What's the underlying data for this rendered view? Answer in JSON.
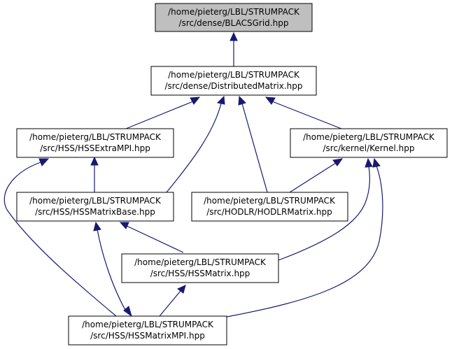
{
  "nodes": [
    {
      "id": "blacsgrid",
      "line1": "/home/pieterg/LBL/STRUMPACK",
      "line2": "/src/dense/BLACSGrid.hpp",
      "current": true
    },
    {
      "id": "distributedmatrix",
      "line1": "/home/pieterg/LBL/STRUMPACK",
      "line2": "/src/dense/DistributedMatrix.hpp"
    },
    {
      "id": "hssextrampi",
      "line1": "/home/pieterg/LBL/STRUMPACK",
      "line2": "/src/HSS/HSSExtraMPI.hpp"
    },
    {
      "id": "kernel",
      "line1": "/home/pieterg/LBL/STRUMPACK",
      "line2": "/src/kernel/Kernel.hpp"
    },
    {
      "id": "hssmatrixbase",
      "line1": "/home/pieterg/LBL/STRUMPACK",
      "line2": "/src/HSS/HSSMatrixBase.hpp"
    },
    {
      "id": "hodlrmatrix",
      "line1": "/home/pieterg/LBL/STRUMPACK",
      "line2": "/src/HODLR/HODLRMatrix.hpp"
    },
    {
      "id": "hssmatrix",
      "line1": "/home/pieterg/LBL/STRUMPACK",
      "line2": "/src/HSS/HSSMatrix.hpp"
    },
    {
      "id": "hssmatrixmpi",
      "line1": "/home/pieterg/LBL/STRUMPACK",
      "line2": "/src/HSS/HSSMatrixMPI.hpp"
    }
  ],
  "edges": [
    {
      "from": "distributedmatrix",
      "to": "blacsgrid"
    },
    {
      "from": "hssextrampi",
      "to": "distributedmatrix"
    },
    {
      "from": "hssmatrixbase",
      "to": "distributedmatrix"
    },
    {
      "from": "hodlrmatrix",
      "to": "distributedmatrix"
    },
    {
      "from": "kernel",
      "to": "distributedmatrix"
    },
    {
      "from": "hssmatrixbase",
      "to": "hssextrampi"
    },
    {
      "from": "hssmatrixmpi",
      "to": "hssextrampi"
    },
    {
      "from": "hodlrmatrix",
      "to": "kernel"
    },
    {
      "from": "hssmatrix",
      "to": "kernel"
    },
    {
      "from": "hssmatrixmpi",
      "to": "kernel"
    },
    {
      "from": "hssmatrix",
      "to": "hssmatrixbase"
    },
    {
      "from": "hssmatrixmpi",
      "to": "hssmatrixbase"
    },
    {
      "from": "hssmatrixmpi",
      "to": "hssmatrix"
    }
  ],
  "colors": {
    "edge": "#191970",
    "current_node_fill": "#bfbfbf",
    "node_fill": "#ffffff",
    "node_border": "#000000"
  }
}
